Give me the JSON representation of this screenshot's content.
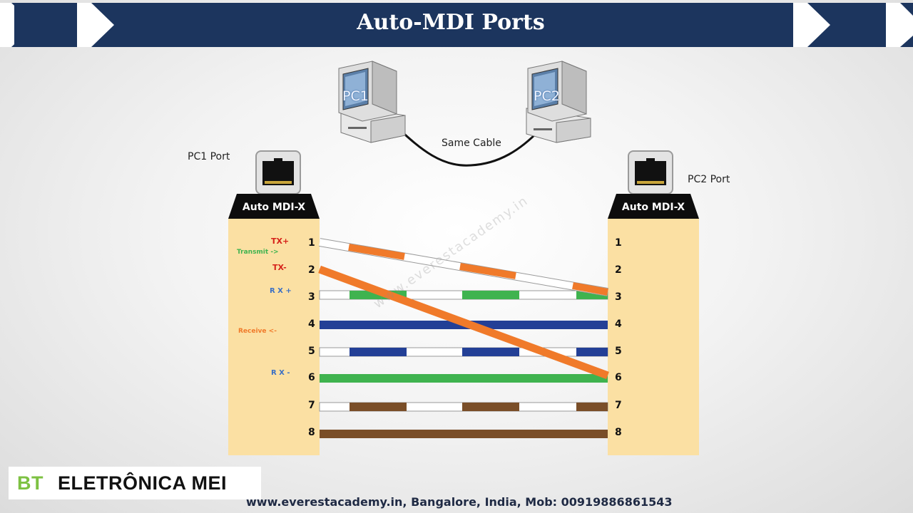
{
  "title": "Auto-MDI Ports",
  "pc1": {
    "label": "PC1",
    "port_label": "PC1 Port",
    "header": "Auto MDI-X"
  },
  "pc2": {
    "label": "PC2",
    "port_label": "PC2 Port",
    "header": "Auto MDI-X"
  },
  "cable_label": "Same Cable",
  "left_pins": [
    "1",
    "2",
    "3",
    "4",
    "5",
    "6",
    "7",
    "8"
  ],
  "right_pins": [
    "1",
    "2",
    "3",
    "4",
    "5",
    "6",
    "7",
    "8"
  ],
  "signals": {
    "tx_plus": "TX+",
    "tx_minus": "TX-",
    "rx_plus": "R X +",
    "rx_minus": "R X -",
    "transmit": "Transmit ->",
    "receive": "Receive <-"
  },
  "colors": {
    "banner": "#1c355e",
    "orange": "#f07a2a",
    "green": "#3fb34f",
    "blue": "#233f96",
    "brown": "#7a4e28",
    "panel": "#fbe0a3"
  },
  "brand": {
    "prefix": "BT",
    "name": "ELETRÔNICA MEI"
  },
  "watermark": "www.everestacademy.in",
  "footer": "www.everestacademy.in, Bangalore, India, Mob: 00919886861543"
}
